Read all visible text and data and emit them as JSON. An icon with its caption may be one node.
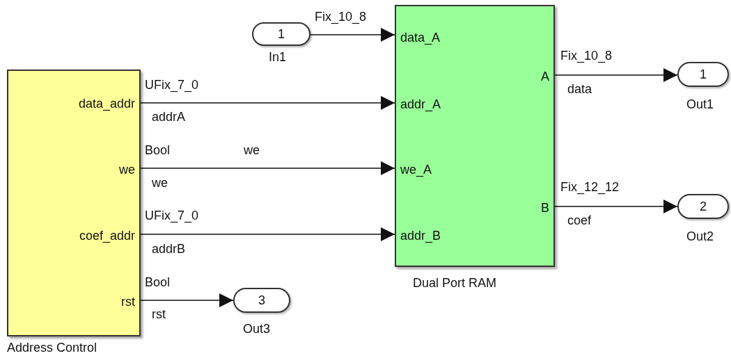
{
  "diagram": {
    "nodes": [
      {
        "text": [
          "data_addr",
          "we",
          "coef_addr",
          "rst"
        ],
        "beside": [
          "Address Control"
        ]
      },
      {
        "text": [
          "1"
        ],
        "beside": [
          "In1"
        ]
      },
      {
        "text": [
          "data_A",
          "addr_A",
          "we_A",
          "addr_B",
          "A",
          "B"
        ],
        "beside": [
          "Dual Port RAM"
        ]
      },
      {
        "text": [
          "1"
        ],
        "beside": [
          "Out1"
        ]
      },
      {
        "text": [
          "2"
        ],
        "beside": [
          "Out2"
        ]
      },
      {
        "text": [
          "3"
        ],
        "beside": [
          "Out3"
        ]
      }
    ],
    "edges": [
      {
        "from": 1,
        "to": 2,
        "arrow": "to",
        "label": "Fix_10_8"
      },
      {
        "from": 0,
        "to": 2,
        "arrow": "to",
        "label": "UFix_7_0"
      },
      {
        "from": 0,
        "to": 2,
        "arrow": "to",
        "label": "Bool"
      },
      {
        "from": 0,
        "to": 2,
        "arrow": "to",
        "label": "UFix_7_0"
      },
      {
        "from": 0,
        "to": 5,
        "arrow": "to",
        "label": "Bool"
      },
      {
        "from": 2,
        "to": 3,
        "arrow": "to",
        "label": "Fix_10_8"
      },
      {
        "from": 2,
        "to": 4,
        "arrow": "to",
        "label": "Fix_12_12"
      }
    ],
    "labels": [
      "addrA",
      "we",
      "we",
      "addrB",
      "rst",
      "data",
      "coef"
    ]
  }
}
